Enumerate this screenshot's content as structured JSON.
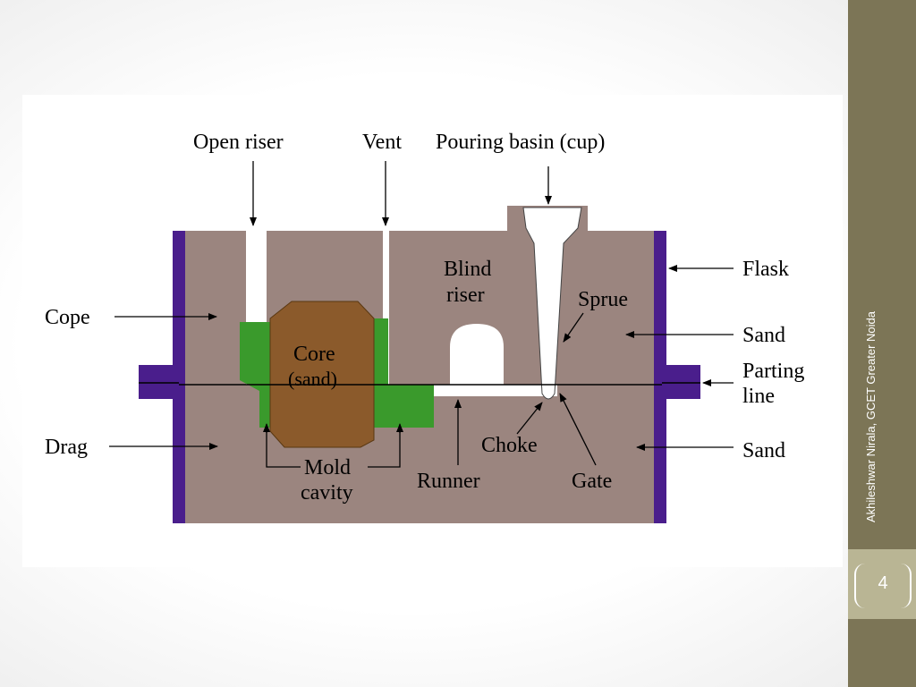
{
  "slide": {
    "footer": "Akhileshwar Nirala, GCET Greater Noida",
    "page_number": "4",
    "colors": {
      "sidebar": "#7c7556",
      "page_box": "#b9b594"
    }
  },
  "diagram": {
    "colors": {
      "sand": "#9b857f",
      "flask": "#4a1e8c",
      "core": "#8b5a2b",
      "mold_cavity": "#3a9a2c",
      "channel": "#ffffff"
    },
    "labels": {
      "open_riser": "Open riser",
      "vent": "Vent",
      "pouring_basin": "Pouring basin (cup)",
      "blind_riser_1": "Blind",
      "blind_riser_2": "riser",
      "flask": "Flask",
      "sprue": "Sprue",
      "cope": "Cope",
      "sand_upper": "Sand",
      "core_1": "Core",
      "core_2": "(sand)",
      "parting_line_1": "Parting",
      "parting_line_2": "line",
      "drag": "Drag",
      "choke": "Choke",
      "sand_lower": "Sand",
      "mold_cavity_1": "Mold",
      "mold_cavity_2": "cavity",
      "runner": "Runner",
      "gate": "Gate"
    }
  }
}
